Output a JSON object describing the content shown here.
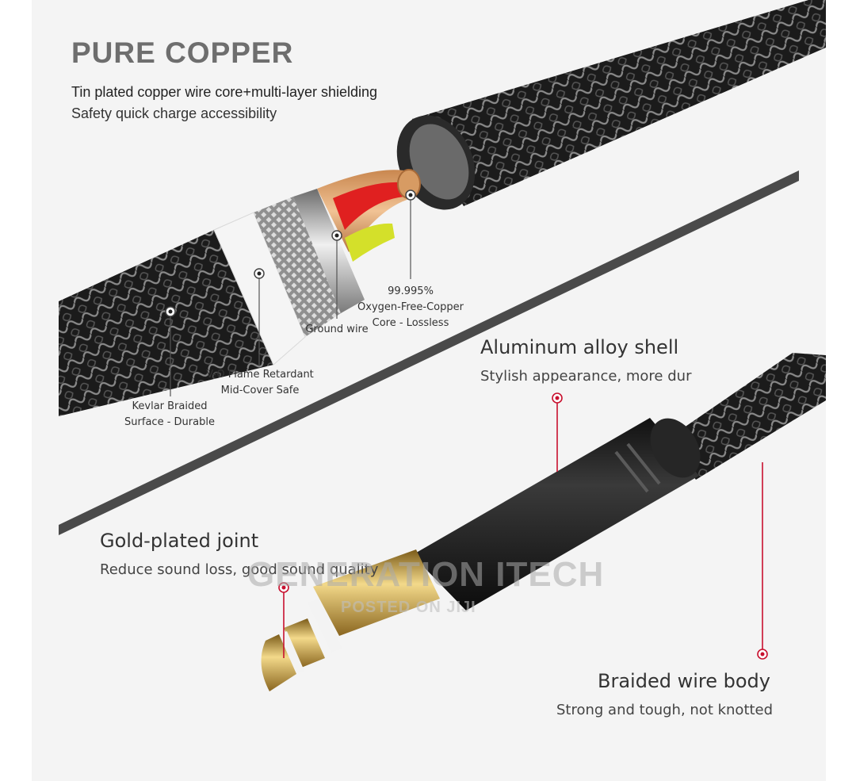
{
  "header": {
    "headline": "PURE COPPER",
    "line1": "Tin plated copper wire core+multi-layer shielding",
    "line2": "Safety quick charge accessibility"
  },
  "callouts": {
    "kevlar": [
      "Kevlar Braided",
      "Surface - Durable"
    ],
    "flame": [
      "V-O Flame Retardant",
      "Mid-Cover Safe"
    ],
    "ground": [
      "Ground wire"
    ],
    "copper": [
      "99.995%",
      "Oxygen-Free-Copper",
      "Core - Lossless"
    ]
  },
  "features": {
    "shell_title": "Aluminum alloy shell",
    "shell_sub": "Stylish appearance, more dur",
    "joint_title": "Gold-plated joint",
    "joint_sub": "Reduce sound loss, good sound quality",
    "body_title": "Braided wire body",
    "body_sub": "Strong and tough, not knotted"
  },
  "watermark": {
    "line1": "GENERATION ITECH",
    "line2": "POSTED ON JIJI"
  },
  "colors": {
    "accent": "#c8102e",
    "panel": "#f4f4f4",
    "headline": "#6e6e6e"
  }
}
